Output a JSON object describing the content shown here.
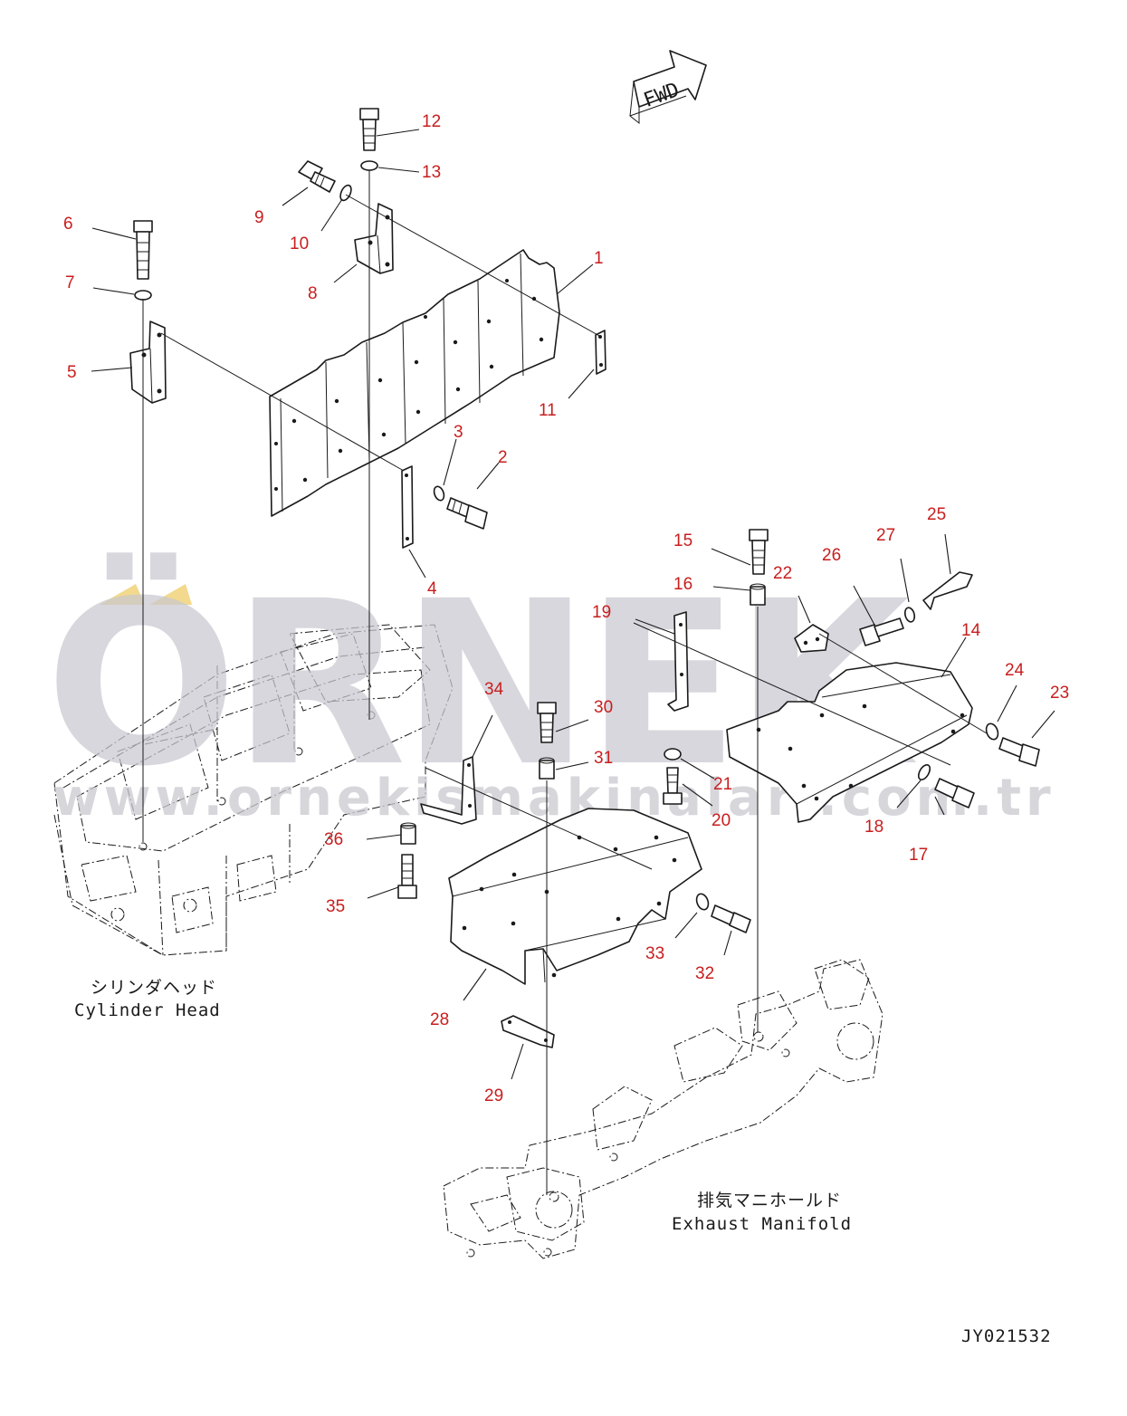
{
  "watermark": {
    "brand": "ÖRNEK",
    "url": "www.ornekismakinalari.com.tr",
    "color": "#c9c9d0",
    "accent": "#f0d070"
  },
  "direction_marker": "FWD",
  "labels": {
    "cylinder_head_jp": "シリンダヘッド",
    "cylinder_head_en": "Cylinder Head",
    "exhaust_manifold_jp": "排気マニホールド",
    "exhaust_manifold_en": "Exhaust Manifold"
  },
  "drawing_id": "JY021532",
  "callout_color": "#c81e1e",
  "callouts": {
    "c1": "1",
    "c2": "2",
    "c3": "3",
    "c4": "4",
    "c5": "5",
    "c6": "6",
    "c7": "7",
    "c8": "8",
    "c9": "9",
    "c10": "10",
    "c11": "11",
    "c12": "12",
    "c13": "13",
    "c14": "14",
    "c15": "15",
    "c16": "16",
    "c17": "17",
    "c18": "18",
    "c19": "19",
    "c20": "20",
    "c21": "21",
    "c22": "22",
    "c23": "23",
    "c24": "24",
    "c25": "25",
    "c26": "26",
    "c27": "27",
    "c28": "28",
    "c29": "29",
    "c30": "30",
    "c31": "31",
    "c32": "32",
    "c33": "33",
    "c34": "34",
    "c35": "35",
    "c36": "36"
  }
}
